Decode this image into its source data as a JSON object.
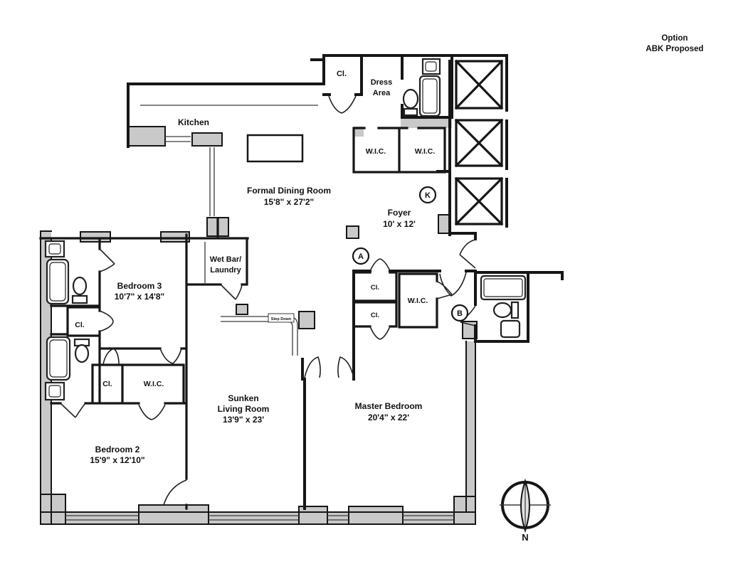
{
  "page": {
    "option_title": {
      "line1": "Option",
      "line2": "ABK Proposed"
    }
  },
  "floorplan": {
    "rooms": {
      "kitchen": {
        "name": "Kitchen"
      },
      "formal_dining": {
        "name": "Formal Dining Room",
        "dims": "15'8\" x 27'2\""
      },
      "dress_area": {
        "name_line1": "Dress",
        "name_line2": "Area"
      },
      "foyer": {
        "name": "Foyer",
        "dims": "10' x 12'"
      },
      "wet_bar_laundry": {
        "name_line1": "Wet Bar/",
        "name_line2": "Laundry"
      },
      "bedroom3": {
        "name": "Bedroom 3",
        "dims": "10'7\" x 14'8\""
      },
      "bedroom2": {
        "name": "Bedroom 2",
        "dims": "15'9\" x 12'10\""
      },
      "sunken_living": {
        "name_line1": "Sunken",
        "name_line2": "Living Room",
        "dims": "13'9\" x 23'"
      },
      "master_bedroom": {
        "name": "Master Bedroom",
        "dims": "20'4\" x 22'"
      }
    },
    "labels": {
      "closet": "Cl.",
      "walk_in_closet": "W.I.C.",
      "step_down": "Step Down"
    },
    "markers": {
      "k": "K",
      "a": "A",
      "b": "B"
    },
    "compass": {
      "north": "N"
    },
    "colors": {
      "walls": "#161616",
      "poche_fill": "#c9c9c9",
      "background": "#ffffff"
    }
  }
}
